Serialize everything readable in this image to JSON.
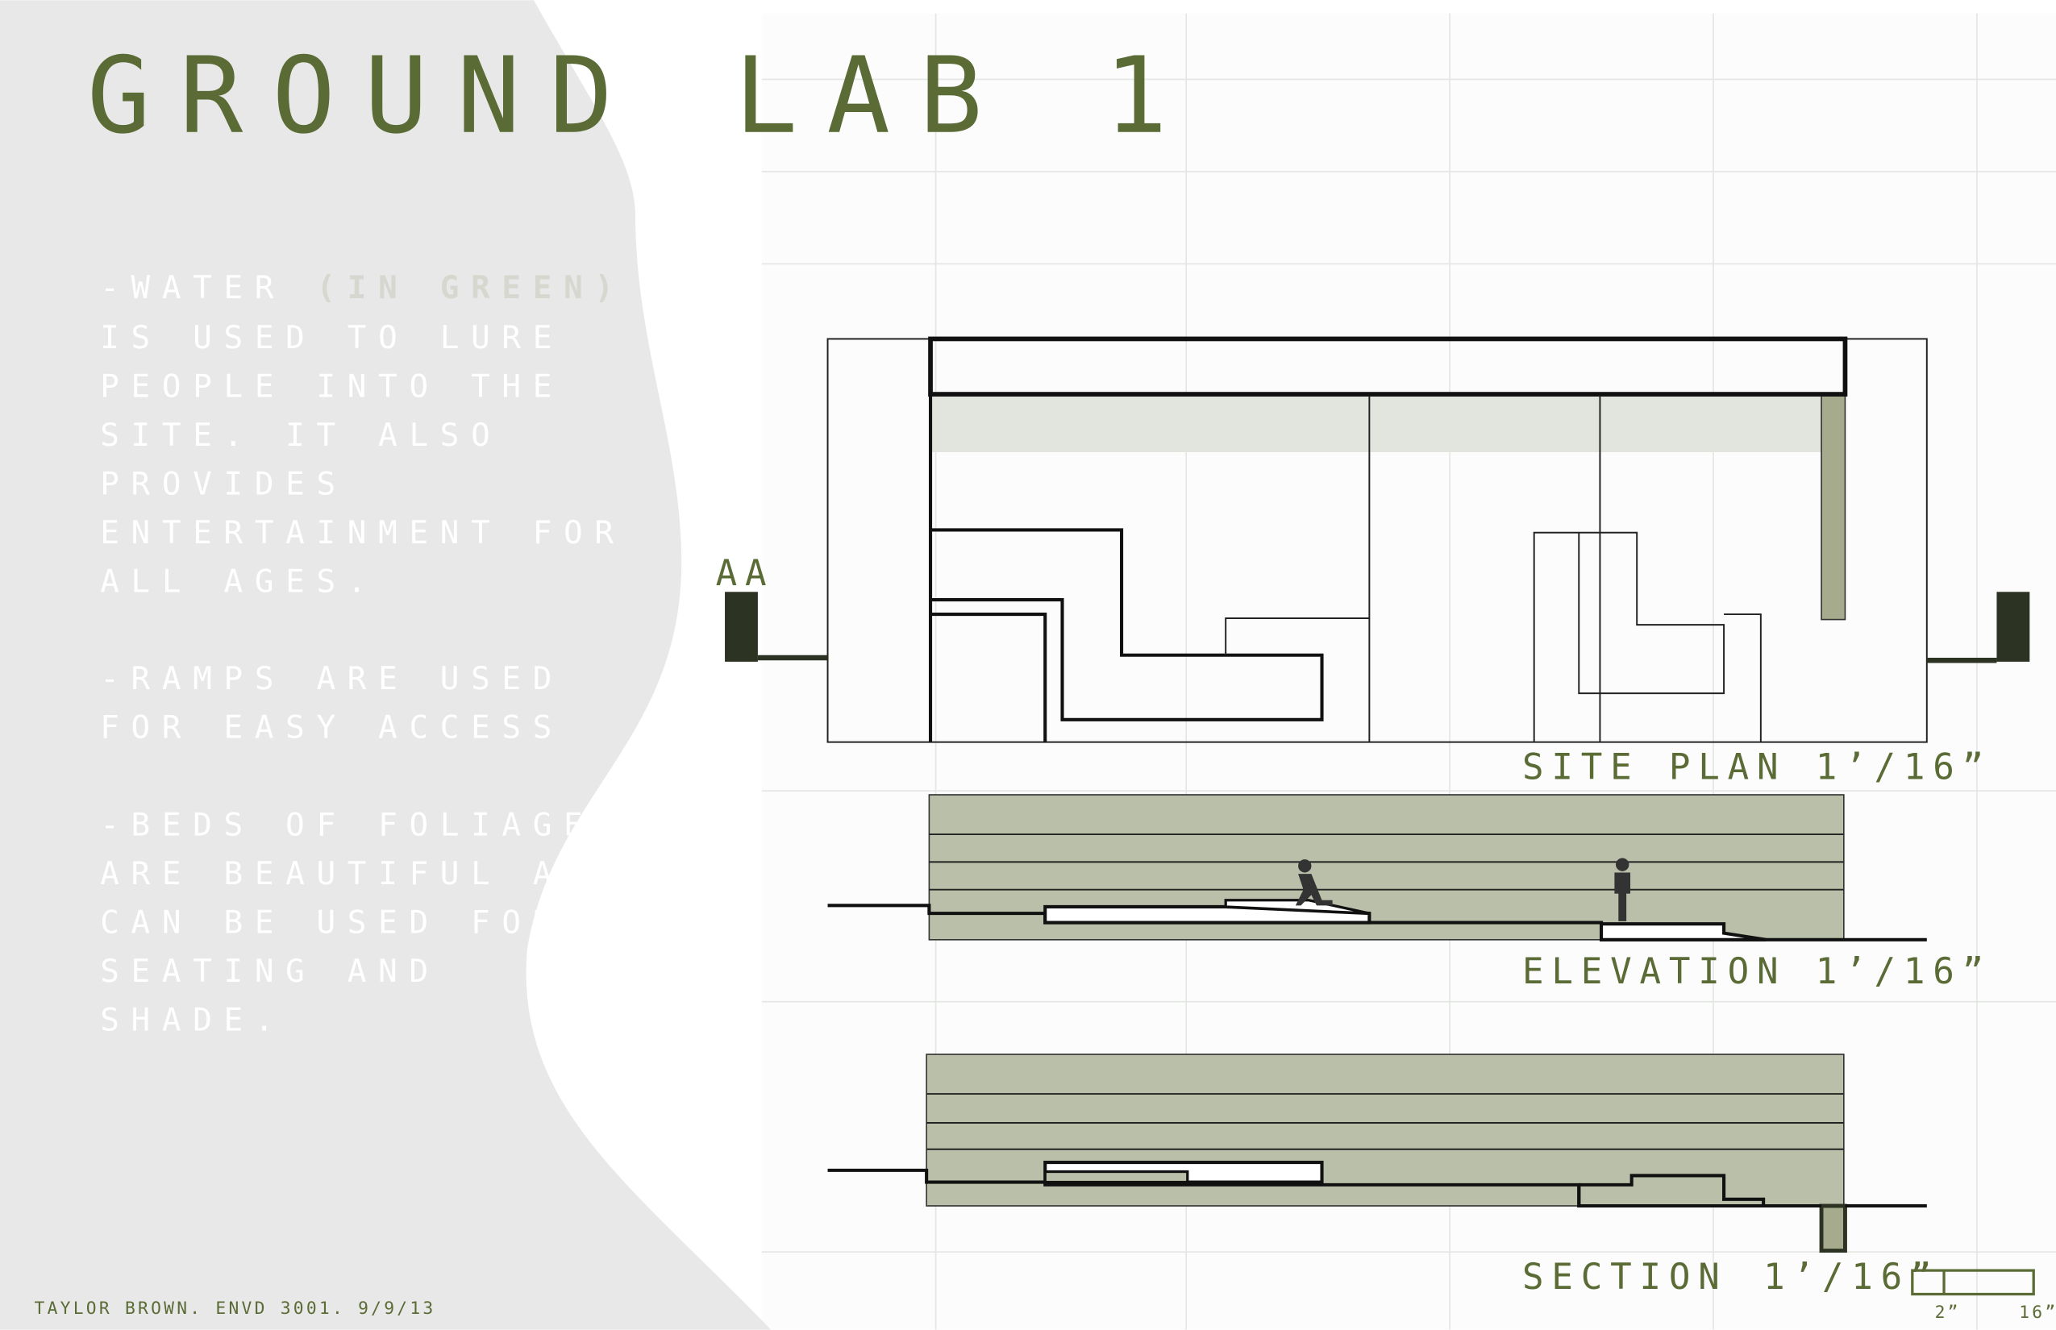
{
  "title": "GROUND LAB 1",
  "notes": {
    "water": [
      "-WATER ",
      "(IN GREEN)",
      "IS USED TO LURE",
      "PEOPLE INTO THE",
      "SITE. IT ALSO",
      "PROVIDES",
      "ENTERTAINMENT FOR",
      "ALL AGES."
    ],
    "ramps": [
      "-RAMPS ARE USED",
      "FOR EASY ACCESS"
    ],
    "beds": [
      "-BEDS OF FOLIAGE",
      "ARE BEAUTIFUL AND",
      "CAN BE USED FOR",
      "SEATING AND",
      "SHADE."
    ]
  },
  "credit": "TAYLOR BROWN. ENVD 3001. 9/9/13",
  "drawings": {
    "section_marker": "AA",
    "site_plan_label": "SITE PLAN 1’/16”",
    "elevation_label": "ELEVATION 1’/16”",
    "section_label": "SECTION",
    "section_scale": "1’/16”",
    "scale_bar": {
      "left": "2”",
      "right": "16”"
    }
  },
  "colors": {
    "accent": "#5a6b35",
    "panel": "#e8e8e8",
    "fill": "#b9bfa8",
    "dark": "#2d3322"
  }
}
